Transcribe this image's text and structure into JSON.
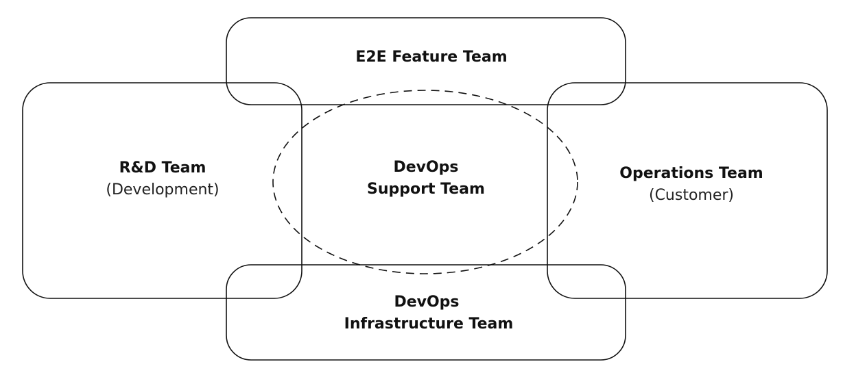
{
  "diagram": {
    "e2e": {
      "title": "E2E Feature Team"
    },
    "rnd": {
      "title": "R&D Team",
      "subtitle": "(Development)"
    },
    "support": {
      "line1": "DevOps",
      "line2": "Support Team"
    },
    "operations": {
      "title": "Operations Team",
      "subtitle": "(Customer)"
    },
    "infrastructure": {
      "line1": "DevOps",
      "line2": "Infrastructure Team"
    }
  }
}
